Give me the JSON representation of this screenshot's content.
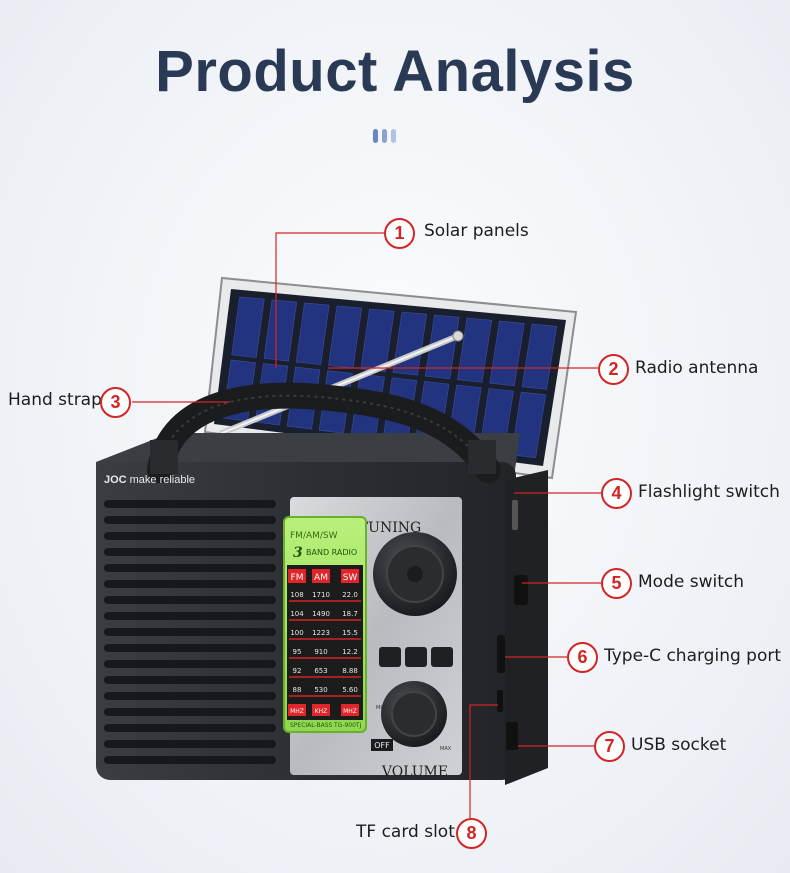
{
  "title": "Product Analysis",
  "accent_color": "#d42424",
  "brand": {
    "logo_text": "JOC",
    "tagline": "make reliable"
  },
  "radio_panel": {
    "tuning_label": "TUNING",
    "volume_label": "VOLUME",
    "off_label": "OFF",
    "min_label": "MIN",
    "max_label": "MAX",
    "display": {
      "header": "FM/AM/SW",
      "band_count": "3",
      "band_text": "BAND RADIO",
      "bands": [
        "FM",
        "AM",
        "SW"
      ],
      "fm_scale": [
        "108",
        "104",
        "100",
        "95",
        "92",
        "88"
      ],
      "am_scale": [
        "1710",
        "1490",
        "1223",
        "910",
        "653",
        "530"
      ],
      "sw_scale": [
        "22.0",
        "18.7",
        "15.5",
        "12.2",
        "8.88",
        "5.60"
      ],
      "units": [
        "MHZ",
        "KHZ",
        "MHZ"
      ],
      "footer_left": "SPECIAL-BASS",
      "footer_right": "TG-900TJ"
    }
  },
  "callouts": [
    {
      "number": "1",
      "label": "Solar panels"
    },
    {
      "number": "2",
      "label": "Radio antenna"
    },
    {
      "number": "3",
      "label": "Hand strap"
    },
    {
      "number": "4",
      "label": "Flashlight switch"
    },
    {
      "number": "5",
      "label": "Mode switch"
    },
    {
      "number": "6",
      "label": "Type-C charging port"
    },
    {
      "number": "7",
      "label": "USB socket"
    },
    {
      "number": "8",
      "label": "TF card slot"
    }
  ]
}
